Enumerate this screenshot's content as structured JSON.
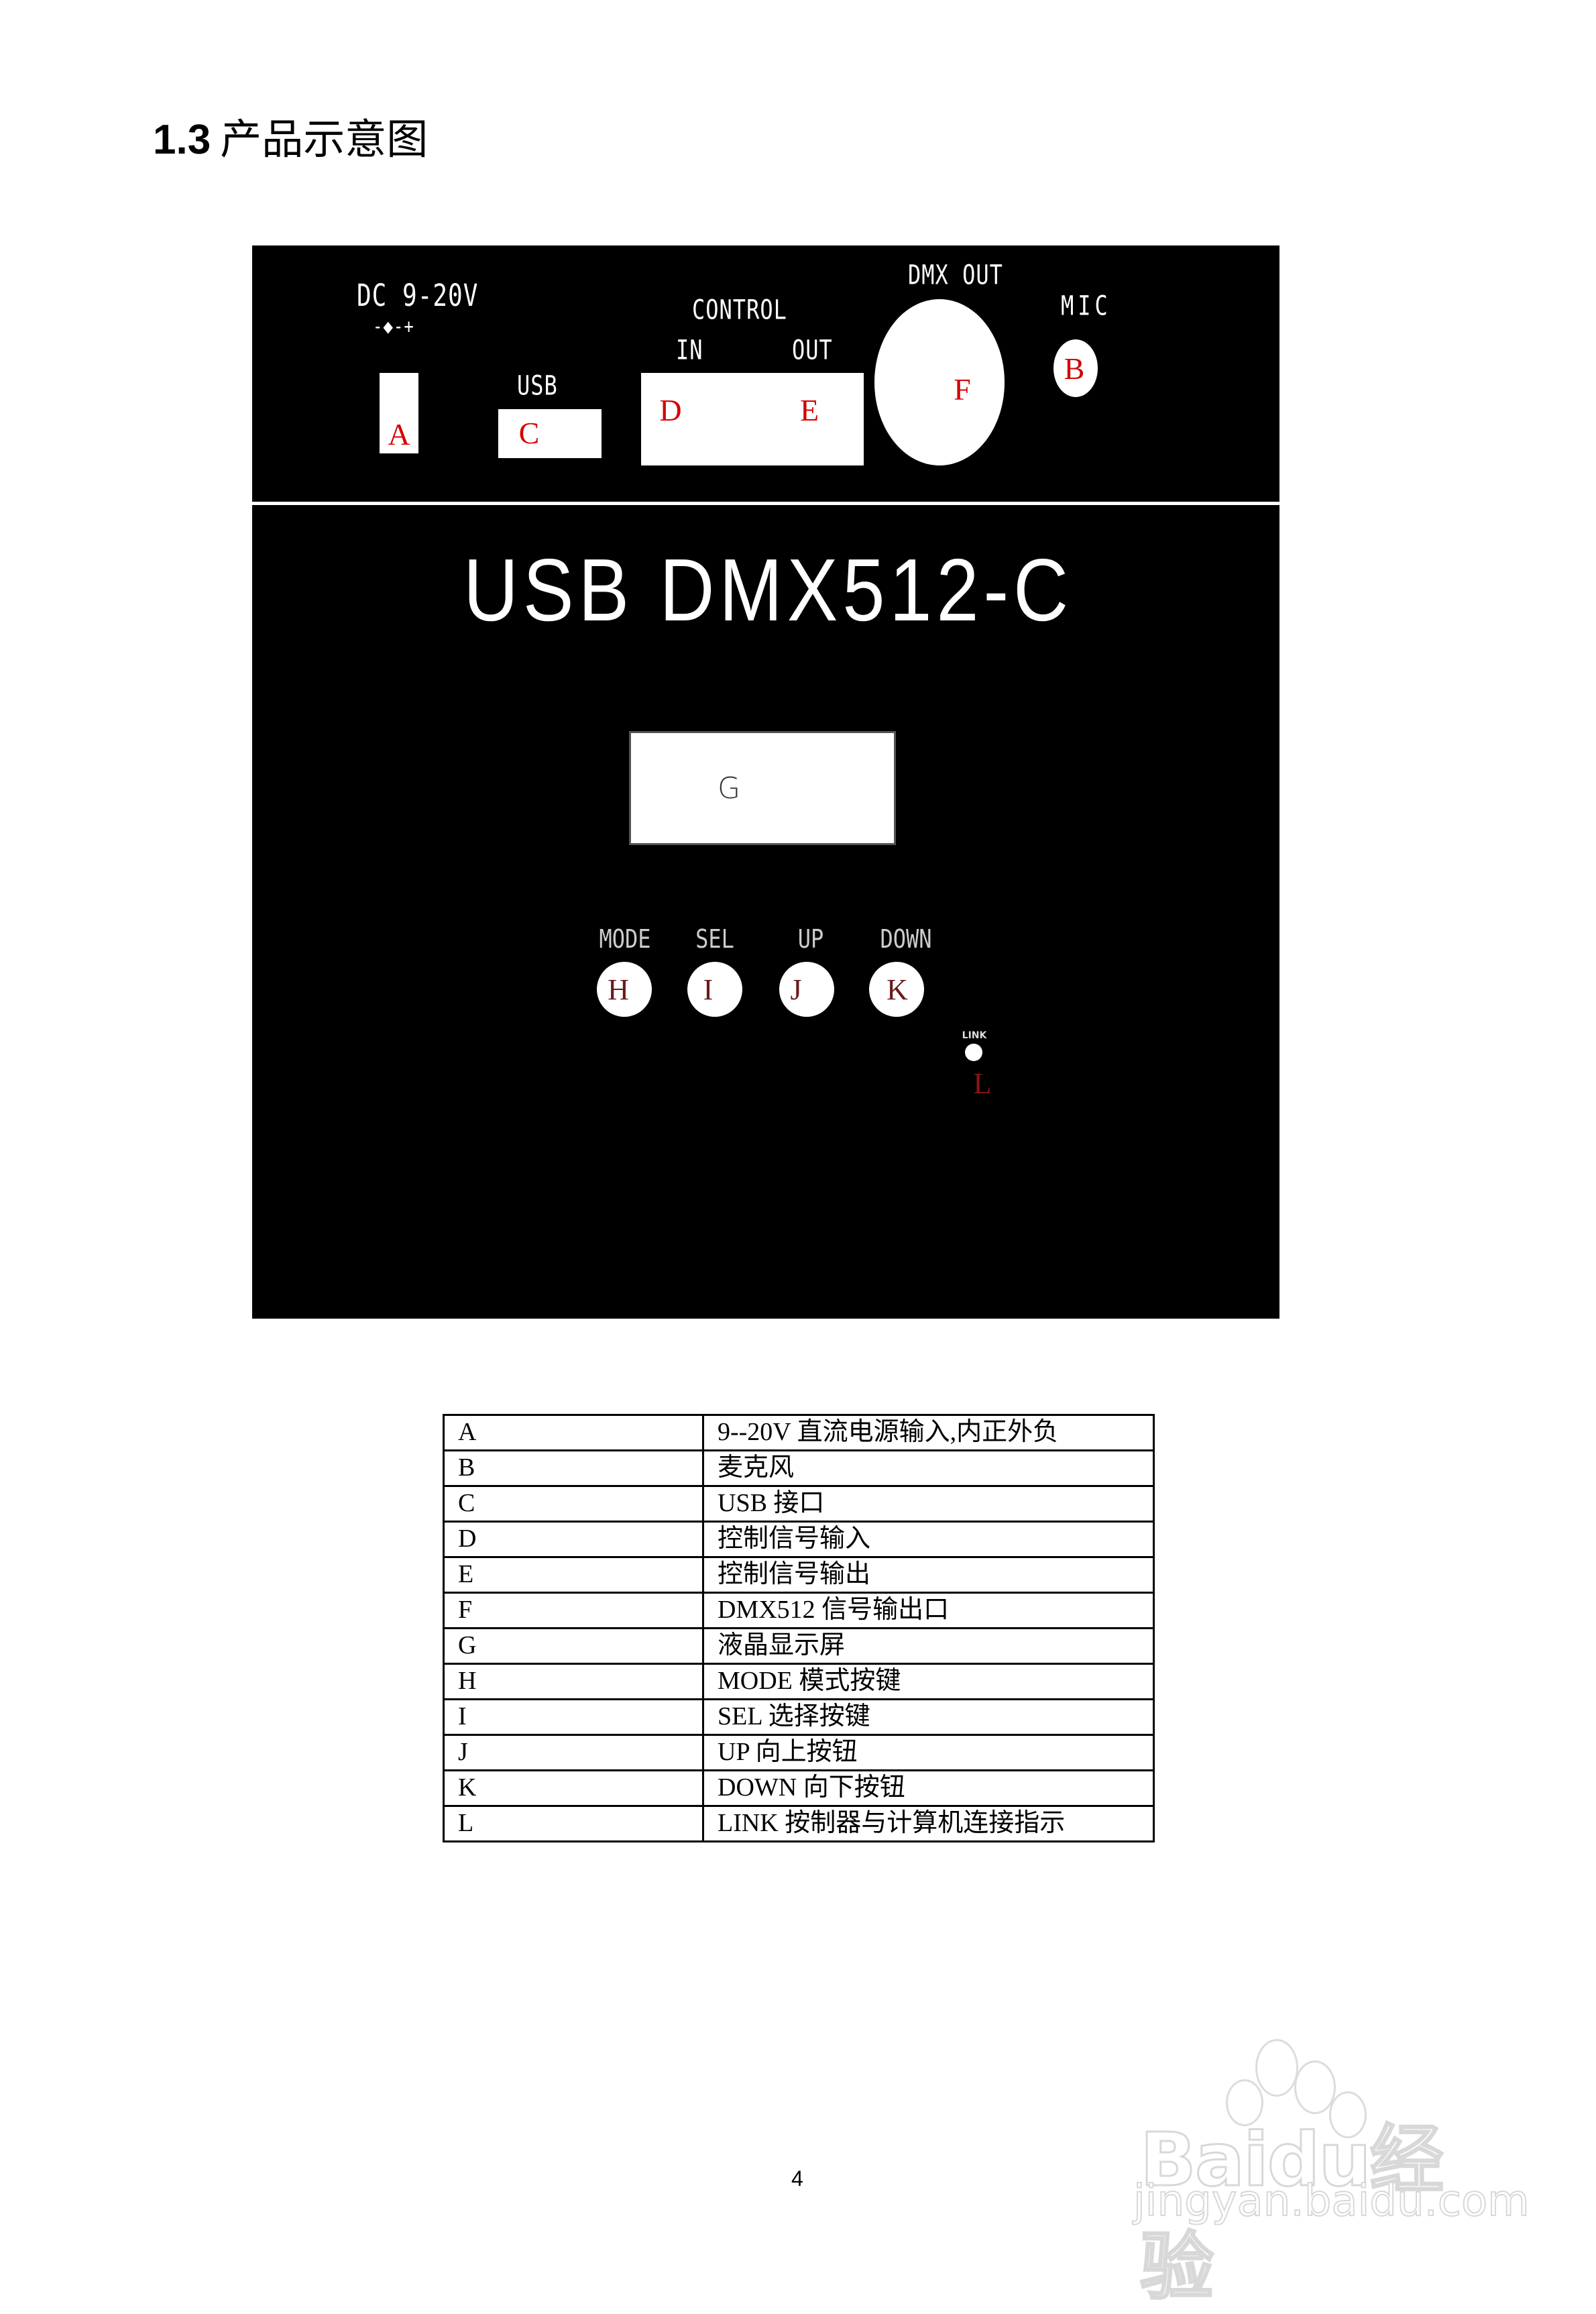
{
  "heading": {
    "number": "1.3",
    "title": "产品示意图"
  },
  "device": {
    "model": "USB DMX512-C",
    "rear_panel": {
      "power_label": "DC 9-20V",
      "polarity_symbol": "-◆-+",
      "usb_label": "USB",
      "control_label": "CONTROL",
      "control_in_label": "IN",
      "control_out_label": "OUT",
      "dmx_out_label": "DMX OUT",
      "mic_label": "MIC"
    },
    "markers": {
      "power": "A",
      "mic": "B",
      "usb": "C",
      "control_in": "D",
      "control_out": "E",
      "dmx_out": "F",
      "lcd": "G",
      "mode": "H",
      "sel": "I",
      "up": "J",
      "down": "K",
      "link": "L"
    },
    "buttons": [
      {
        "label": "MODE",
        "marker": "H"
      },
      {
        "label": "SEL",
        "marker": "I"
      },
      {
        "label": "UP",
        "marker": "J"
      },
      {
        "label": "DOWN",
        "marker": "K"
      }
    ],
    "led_label": "LINK",
    "colors": {
      "panel": "#000000",
      "marker_red": "#d40000"
    }
  },
  "legend": {
    "rows": [
      {
        "key": "A",
        "desc": "9--20V  直流电源输入,内正外负"
      },
      {
        "key": "B",
        "desc": "麦克风"
      },
      {
        "key": "C",
        "desc": "USB 接口"
      },
      {
        "key": "D",
        "desc": "控制信号输入"
      },
      {
        "key": "E",
        "desc": "控制信号输出"
      },
      {
        "key": "F",
        "desc": "DMX512 信号输出口"
      },
      {
        "key": "G",
        "desc": "液晶显示屏"
      },
      {
        "key": "H",
        "desc": "MODE 模式按键"
      },
      {
        "key": "I",
        "desc": "SEL  选择按键"
      },
      {
        "key": "J",
        "desc": "UP  向上按钮"
      },
      {
        "key": "K",
        "desc": "DOWN 向下按钮"
      },
      {
        "key": "L",
        "desc": "LINK  按制器与计算机连接指示"
      }
    ]
  },
  "page_number": "4",
  "watermark": {
    "brand": "Baidu经验",
    "url": "jingyan.baidu.com"
  }
}
